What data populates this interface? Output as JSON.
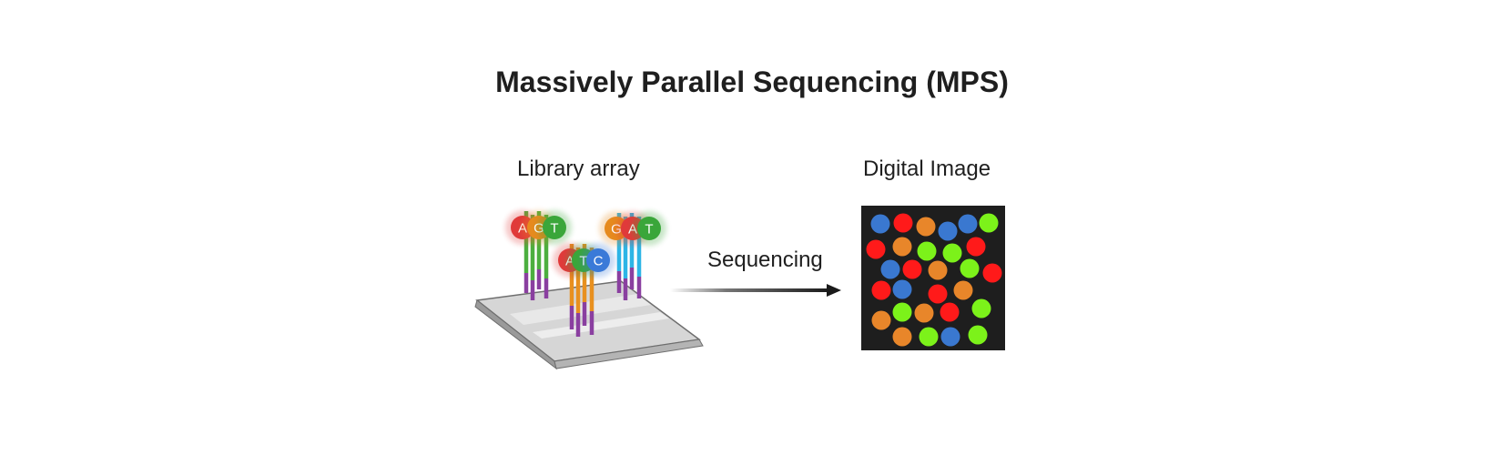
{
  "title": "Massively Parallel Sequencing (MPS)",
  "labels": {
    "library": "Library array",
    "digital": "Digital Image",
    "sequencing": "Sequencing"
  },
  "colors": {
    "A": "#e03a3a",
    "G": "#e68a1e",
    "T": "#3aa63a",
    "C": "#3a7ad8",
    "strand_green": "#4caf3f",
    "strand_orange": "#e8901f",
    "strand_cyan": "#2db5e6",
    "strand_base": "#8a3fa0",
    "image_bg": "#1e1e1e",
    "dot_red": "#ff1a1a",
    "dot_blue": "#3a78d0",
    "dot_orange": "#e8862a",
    "dot_green": "#7cf21a"
  },
  "clusters": [
    {
      "name": "cluster-agt",
      "strand": "strand_green",
      "bases": [
        "A",
        "G",
        "T"
      ]
    },
    {
      "name": "cluster-atc",
      "strand": "strand_orange",
      "bases": [
        "A",
        "T",
        "C"
      ]
    },
    {
      "name": "cluster-gat",
      "strand": "strand_cyan",
      "bases": [
        "G",
        "A",
        "T"
      ]
    }
  ],
  "image_dots": [
    "blue",
    "red",
    "orange",
    "blue",
    "blue",
    "green",
    "red",
    "orange",
    "green",
    "green",
    "red",
    "blue",
    "red",
    "orange",
    "green",
    "red",
    "red",
    "blue",
    "red",
    "orange",
    "orange",
    "green",
    "orange",
    "red",
    "green",
    "orange",
    "green",
    "blue",
    "green"
  ]
}
